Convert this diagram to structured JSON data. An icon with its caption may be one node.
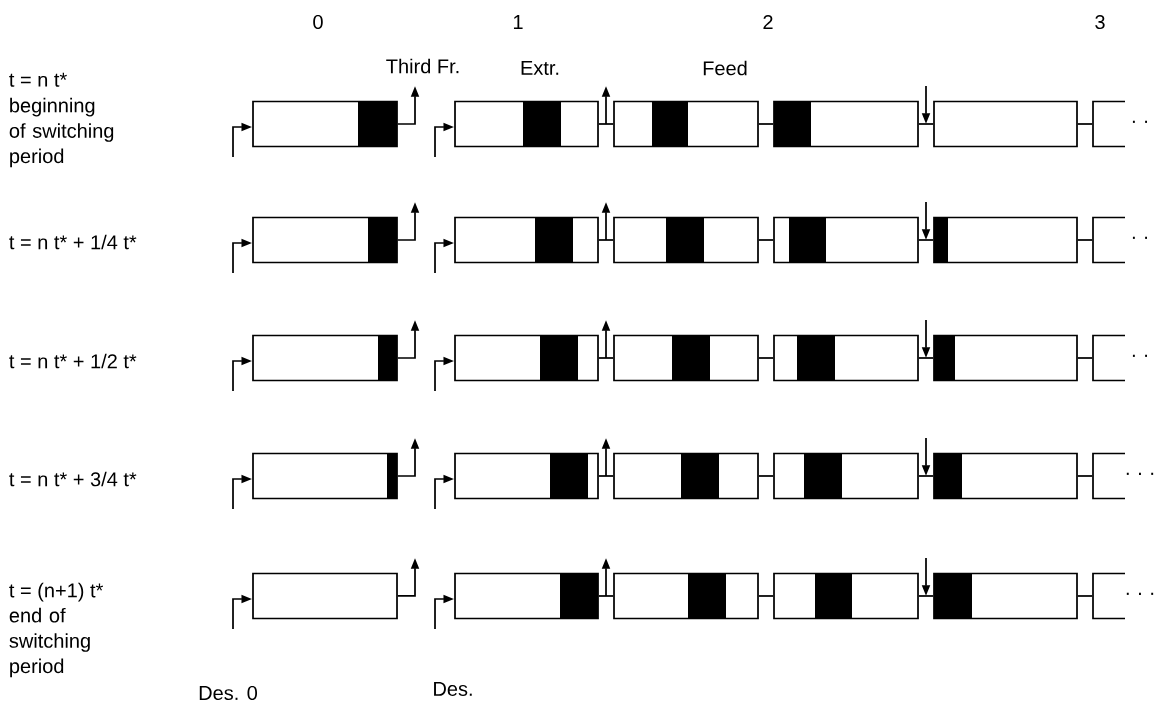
{
  "diagram": {
    "nodes": [
      {
        "text": [],
        "shape": "box"
      },
      {
        "text": [],
        "shape": "box"
      },
      {
        "text": [],
        "shape": "box"
      },
      {
        "text": [],
        "shape": "box"
      },
      {
        "text": [],
        "shape": "box"
      },
      {
        "text": [],
        "shape": "box"
      },
      {
        "text": [],
        "shape": "box"
      },
      {
        "text": [],
        "shape": "box"
      },
      {
        "text": [],
        "shape": "box"
      },
      {
        "text": [],
        "shape": "box"
      },
      {
        "text": [],
        "shape": "box"
      },
      {
        "text": [],
        "shape": "box"
      },
      {
        "text": [],
        "shape": "box"
      },
      {
        "text": [],
        "shape": "box"
      },
      {
        "text": [],
        "shape": "box"
      },
      {
        "text": [],
        "shape": "box"
      },
      {
        "text": [],
        "shape": "box"
      },
      {
        "text": [],
        "shape": "box"
      },
      {
        "text": [],
        "shape": "box"
      },
      {
        "text": [],
        "shape": "box"
      },
      {
        "text": [],
        "shape": "box"
      },
      {
        "text": [],
        "shape": "box"
      },
      {
        "text": [],
        "shape": "box"
      },
      {
        "text": [],
        "shape": "box"
      },
      {
        "text": [],
        "shape": "box"
      },
      {
        "text": [],
        "shape": "box"
      },
      {
        "text": [],
        "shape": "box"
      },
      {
        "text": [],
        "shape": "box"
      },
      {
        "text": [],
        "shape": "box"
      },
      {
        "text": [],
        "shape": "box"
      }
    ],
    "edges": [
      {
        "from": null,
        "to": 0,
        "arrow": "to"
      },
      {
        "from": 0,
        "to": null,
        "arrow": "to"
      },
      {
        "from": null,
        "to": 1,
        "arrow": "to"
      },
      {
        "from": 1,
        "to": 2,
        "arrow": "none"
      },
      {
        "from": 1,
        "to": null,
        "arrow": "to"
      },
      {
        "from": 2,
        "to": 3,
        "arrow": "none"
      },
      {
        "from": null,
        "to": 4,
        "arrow": "to"
      },
      {
        "from": 3,
        "to": 4,
        "arrow": "none"
      },
      {
        "from": 4,
        "to": 5,
        "arrow": "none"
      },
      {
        "from": null,
        "to": 6,
        "arrow": "to"
      },
      {
        "from": 6,
        "to": null,
        "arrow": "to"
      },
      {
        "from": null,
        "to": 7,
        "arrow": "to"
      },
      {
        "from": 7,
        "to": 8,
        "arrow": "none"
      },
      {
        "from": 7,
        "to": null,
        "arrow": "to"
      },
      {
        "from": 8,
        "to": 9,
        "arrow": "none"
      },
      {
        "from": null,
        "to": 10,
        "arrow": "to"
      },
      {
        "from": 9,
        "to": 10,
        "arrow": "none"
      },
      {
        "from": 10,
        "to": 11,
        "arrow": "none"
      },
      {
        "from": null,
        "to": 12,
        "arrow": "to"
      },
      {
        "from": 12,
        "to": null,
        "arrow": "to"
      },
      {
        "from": null,
        "to": 13,
        "arrow": "to"
      },
      {
        "from": 13,
        "to": 14,
        "arrow": "none"
      },
      {
        "from": 13,
        "to": null,
        "arrow": "to"
      },
      {
        "from": 14,
        "to": 15,
        "arrow": "none"
      },
      {
        "from": null,
        "to": 16,
        "arrow": "to"
      },
      {
        "from": 15,
        "to": 16,
        "arrow": "none"
      },
      {
        "from": 16,
        "to": 17,
        "arrow": "none"
      },
      {
        "from": null,
        "to": 18,
        "arrow": "to"
      },
      {
        "from": 18,
        "to": null,
        "arrow": "to"
      },
      {
        "from": null,
        "to": 19,
        "arrow": "to"
      },
      {
        "from": 19,
        "to": 20,
        "arrow": "none"
      },
      {
        "from": 19,
        "to": null,
        "arrow": "to"
      },
      {
        "from": 20,
        "to": 21,
        "arrow": "none"
      },
      {
        "from": null,
        "to": 22,
        "arrow": "to"
      },
      {
        "from": 21,
        "to": 22,
        "arrow": "none"
      },
      {
        "from": 22,
        "to": 23,
        "arrow": "none"
      },
      {
        "from": null,
        "to": 24,
        "arrow": "to"
      },
      {
        "from": 24,
        "to": null,
        "arrow": "to"
      },
      {
        "from": null,
        "to": 25,
        "arrow": "to"
      },
      {
        "from": 25,
        "to": 26,
        "arrow": "none"
      },
      {
        "from": 25,
        "to": null,
        "arrow": "to"
      },
      {
        "from": 26,
        "to": 27,
        "arrow": "none"
      },
      {
        "from": null,
        "to": 28,
        "arrow": "to"
      },
      {
        "from": 27,
        "to": 28,
        "arrow": "none"
      },
      {
        "from": 28,
        "to": 29,
        "arrow": "none"
      }
    ],
    "labels": [
      "0",
      "1",
      "2",
      "3",
      "Third Fr.",
      "Extr.",
      "Feed",
      "t = n t*",
      "beginning of switching period",
      "· ·",
      "t = n t* + 1/4 t*",
      "· ·",
      "t = n t* + 1/2 t*",
      "· ·",
      "t = n t* + 3/4 t*",
      "· · ·",
      "t = (n+1) t*",
      "end of switching period",
      "· · ·",
      "Des. 0",
      "Des."
    ]
  }
}
